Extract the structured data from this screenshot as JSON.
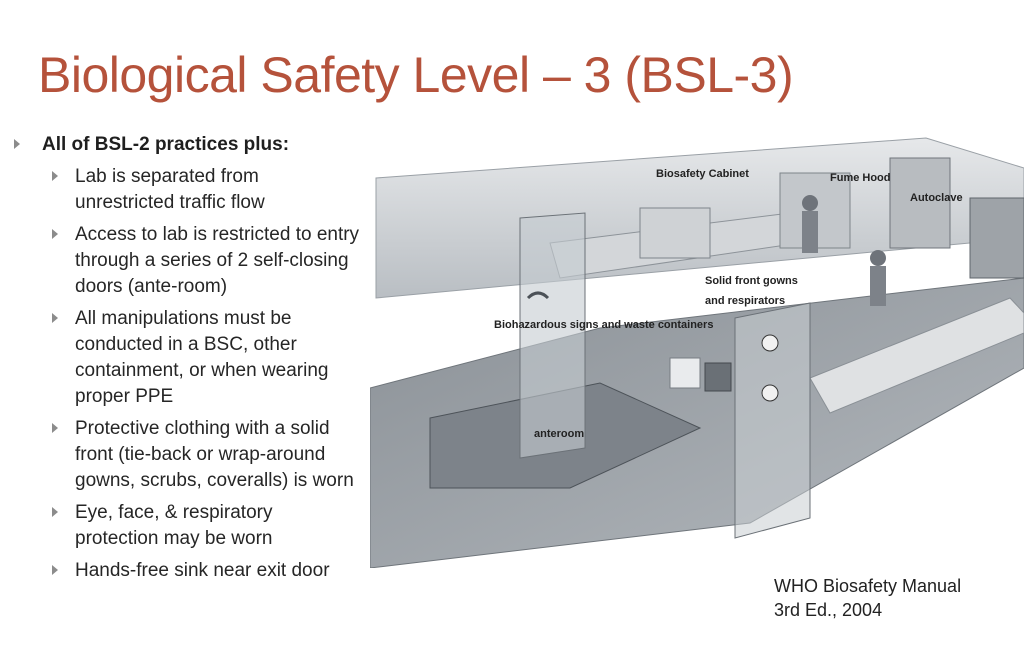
{
  "title": "Biological Safety Level – 3 (BSL-3)",
  "bullets": {
    "main": "All of BSL-2 practices plus:",
    "items": [
      "Lab is separated from unrestricted traffic flow",
      "Access to lab is restricted to entry through a series of 2 self-closing doors (ante-room)",
      "All manipulations must be conducted in a BSC, other containment, or when wearing proper PPE",
      "Protective clothing with a solid front (tie-back or wrap-around gowns, scrubs, coveralls) is worn",
      "Eye, face, & respiratory protection may be worn",
      "Hands-free sink near exit door"
    ]
  },
  "diagram": {
    "labels": {
      "bsc": "Biosafety Cabinet",
      "fume_hood": "Fume Hood",
      "autoclave": "Autoclave",
      "gowns_1": "Solid front gowns",
      "gowns_2": "and respirators",
      "biohazard": "Biohazardous signs and waste containers",
      "anteroom": "anteroom"
    }
  },
  "caption": {
    "line1": "WHO Biosafety Manual",
    "line2": "3rd Ed., 2004"
  }
}
